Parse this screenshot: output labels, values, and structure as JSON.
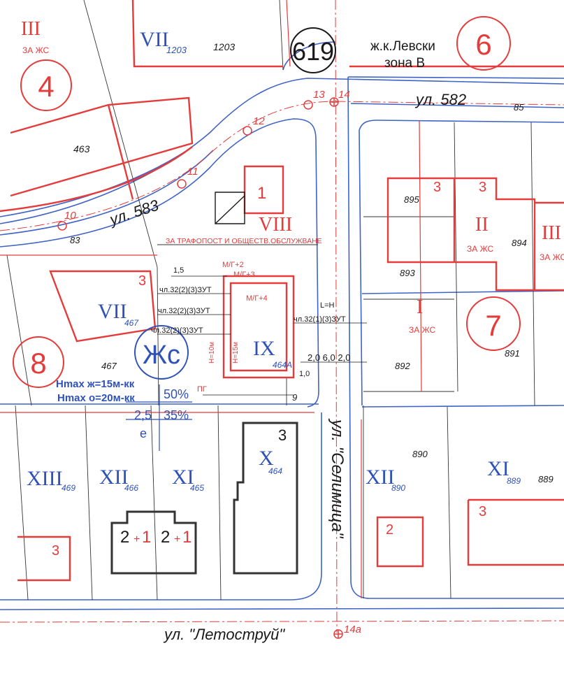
{
  "colors": {
    "red": "#e53b3b",
    "blue": "#2f52b8",
    "dark": "#1a1a1a",
    "grey": "#555555"
  },
  "streets": {
    "ul582": "ул. 582",
    "ul583": "ул. 583",
    "selimitsa": "ул. \"Селимица\"",
    "letostruy": "ул. \"Летоструй\""
  },
  "top": {
    "district_number": "619",
    "district_name_1": "ж.к.Левски",
    "district_name_2": "зона В"
  },
  "blocks": {
    "b4": "4",
    "b6": "6",
    "b7": "7",
    "b8": "8"
  },
  "points": {
    "p10": "10",
    "p11": "11",
    "p12": "12",
    "p13": "13",
    "p14": "14",
    "p14a": "14a"
  },
  "parcels": {
    "iii_top": "III",
    "za_zhs_top": "ЗА ЖС",
    "vii_top": "VII",
    "vii_top_sub": "1203",
    "lot1203": "1203",
    "lot463": "463",
    "lot83": "83",
    "lot85": "85",
    "viii": "VIII",
    "trafo": "ЗА ТРАФОПОСТ И ОБЩЕСТВ.ОБСЛУЖВАНЕ",
    "one": "1",
    "lot895": "895",
    "three_a": "3",
    "three_b": "3",
    "ii": "II",
    "za_zhs_ii": "ЗА ЖС",
    "lot894": "894",
    "iii_right": "III",
    "za_zhs_right": "ЗА ЖС",
    "lot893": "893",
    "i_roman": "I",
    "za_zhs_i": "ЗА ЖС",
    "lot891": "891",
    "lot892": "892",
    "vii_mid": "VII",
    "vii_mid_sub": "467",
    "three_vii": "3",
    "ix": "IX",
    "ix_sub": "464А",
    "lot467": "467",
    "lot9": "9",
    "xiii": "XIII",
    "xiii_sub": "469",
    "xii_l": "XII",
    "xii_l_sub": "466",
    "xi_l": "XI",
    "xi_l_sub": "465",
    "x": "X",
    "x_sub": "464",
    "three_x": "3",
    "three_xiii": "3",
    "two_one_a": "2",
    "plus_a": "+",
    "one_a": "1",
    "two_one_b": "2",
    "plus_b": "+",
    "one_b": "1",
    "xii_r": "XII",
    "xii_r_sub": "890",
    "lot890": "890",
    "two_r": "2",
    "xi_r": "XI",
    "xi_r_sub": "889",
    "lot889": "889",
    "three_xi": "3"
  },
  "annotations": {
    "mg2": "М/Г+2",
    "mg3": "М/Г+3",
    "mg4": "М/Г+4",
    "chl1": "чл.32(2)(3)ЗУТ",
    "chl2": "чл.32(2)(3)ЗУТ",
    "chl3": "чл.32(2)(3)ЗУТ",
    "chl4": "чл.32(1)(3)ЗУТ",
    "l_h": "L=H",
    "dim15": "1,5",
    "dims_bottom": "2,0  6,0  2,0",
    "dim10": "1,0",
    "h10": "H=10м",
    "h15": "H=15м",
    "pg": "ПГ",
    "zhs_zone": "Жс",
    "hmax_zh": "Hmax ж=15м-кк",
    "hmax_o": "Hmax о=20м-кк",
    "pct50": "50%",
    "dens": "2,5",
    "pct35": "35%",
    "e": "е"
  }
}
